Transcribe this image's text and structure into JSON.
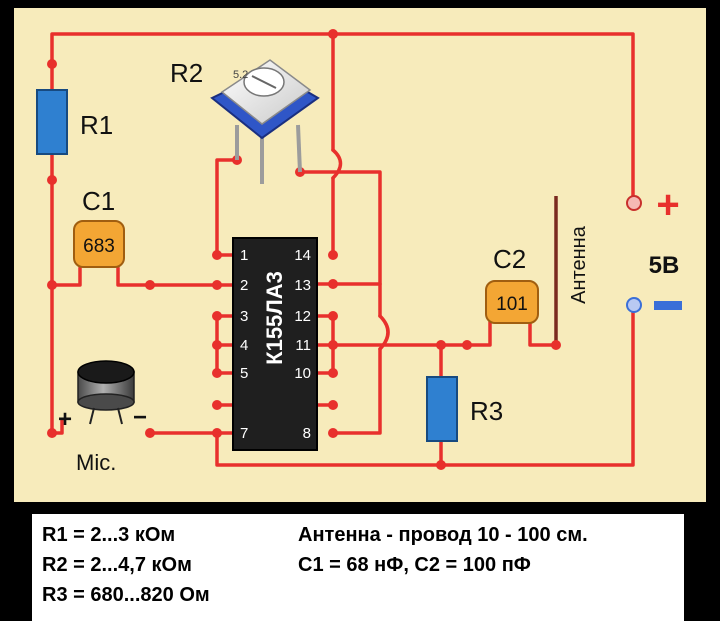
{
  "components": {
    "r1": "R1",
    "r2": "R2",
    "r3": "R3",
    "c1": "C1",
    "c1_code": "683",
    "c2": "C2",
    "c2_code": "101",
    "ic": "К155ЛА3",
    "mic": "Mic.",
    "mic_plus": "+",
    "mic_minus": "−",
    "antenna": "Антенна",
    "supply": "5В",
    "plus": "+",
    "minus": "−"
  },
  "pins": {
    "left": [
      "1",
      "2",
      "3",
      "4",
      "5",
      "",
      "7"
    ],
    "right": [
      "14",
      "13",
      "12",
      "11",
      "10",
      "",
      "8"
    ]
  },
  "trimmer_marking": "5.2",
  "legend": {
    "r1": "R1 = 2...3 кОм",
    "r2": "R2 = 2...4,7 кОм",
    "r3": "R3 = 680...820 Ом",
    "antenna": "Антенна - провод 10 - 100 см.",
    "caps": "C1 = 68 нФ,  C2 = 100 пФ"
  },
  "colors": {
    "board": "#f7ebbb",
    "wire": "#e8302c",
    "resistor": "#2f80d0",
    "capacitor": "#f3a634",
    "chip": "#1f1f1f",
    "plus_terminal": "#e8302c",
    "minus_terminal": "#3a6fd8"
  }
}
